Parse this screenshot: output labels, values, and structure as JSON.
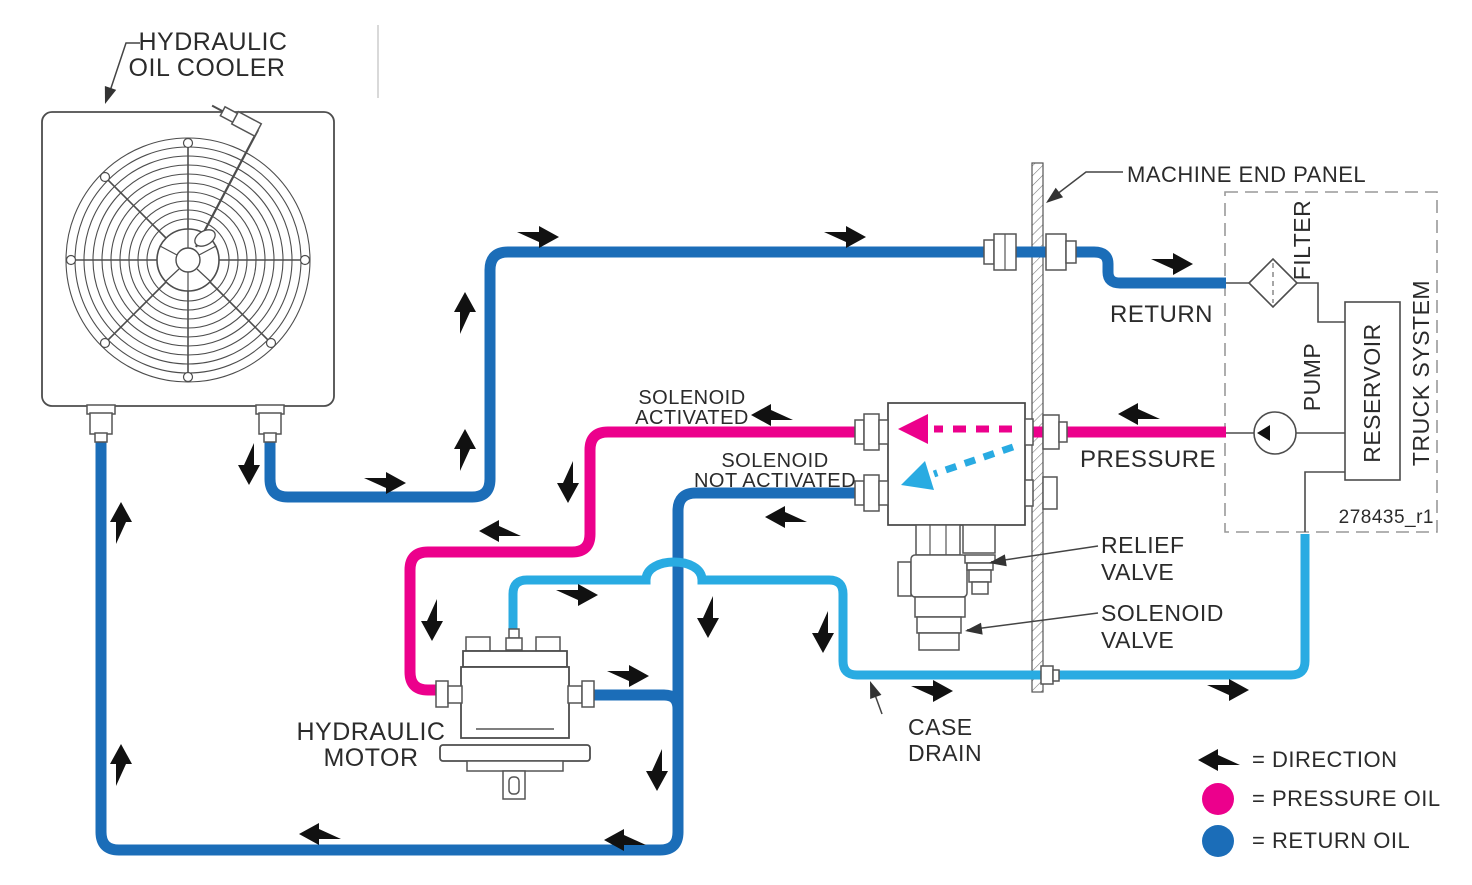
{
  "diagram": {
    "labels": {
      "cooler": {
        "line1": "HYDRAULIC",
        "line2": "OIL COOLER"
      },
      "machine_end_panel": "MACHINE END PANEL",
      "return_line": "RETURN",
      "pressure_line": "PRESSURE",
      "solenoid_activated": {
        "line1": "SOLENOID",
        "line2": "ACTIVATED"
      },
      "solenoid_not_activated": {
        "line1": "SOLENOID",
        "line2": "NOT ACTIVATED"
      },
      "hydraulic_motor": {
        "line1": "HYDRAULIC",
        "line2": "MOTOR"
      },
      "relief_valve": {
        "line1": "RELIEF",
        "line2": "VALVE"
      },
      "solenoid_valve": {
        "line1": "SOLENOID",
        "line2": "VALVE"
      },
      "case_drain": {
        "line1": "CASE",
        "line2": "DRAIN"
      },
      "filter": "FILTER",
      "pump": "PUMP",
      "reservoir": "RESERVOIR",
      "truck_system": "TRUCK SYSTEM",
      "part_number": "278435_r1"
    },
    "legend": {
      "direction": "= DIRECTION",
      "pressure_oil": "= PRESSURE OIL",
      "return_oil": "= RETURN OIL"
    },
    "colors": {
      "pressure_oil": "#ec008c",
      "return_oil": "#1b6db8",
      "case_drain": "#29abe2",
      "direction_arrow": "#111111"
    }
  }
}
